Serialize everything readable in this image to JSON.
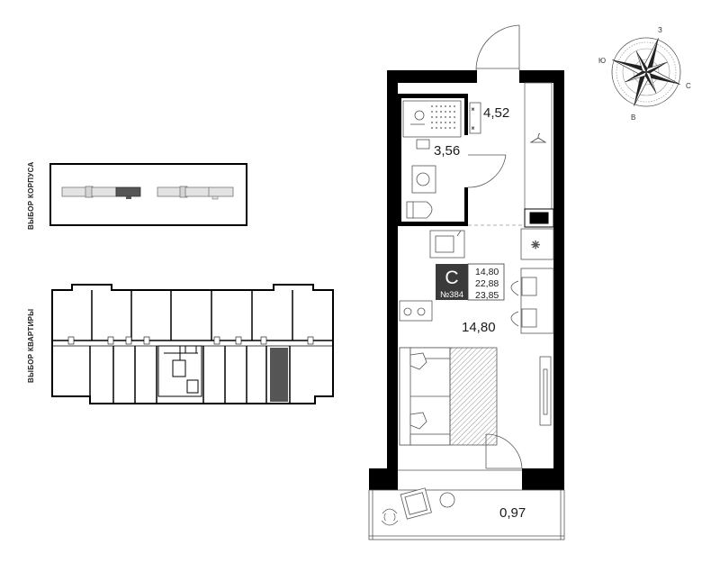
{
  "building_selector": {
    "label": "ВЫБОР КОРПУСА",
    "selected_index": 2
  },
  "apartment_selector": {
    "label": "ВЫБОР КВАРТИРЫ"
  },
  "compass": {
    "north": "З",
    "east": "С",
    "south": "В",
    "west": "Ю"
  },
  "apartment": {
    "type_letter": "С",
    "number": "№384",
    "areas_list": [
      "14,80",
      "22,88",
      "23,85"
    ]
  },
  "rooms": {
    "hall": "4,52",
    "bathroom": "3,56",
    "living": "14,80",
    "balcony": "0,97"
  },
  "colors": {
    "wall": "#000000",
    "selected": "#555555",
    "badge": "#3a3a3a"
  }
}
